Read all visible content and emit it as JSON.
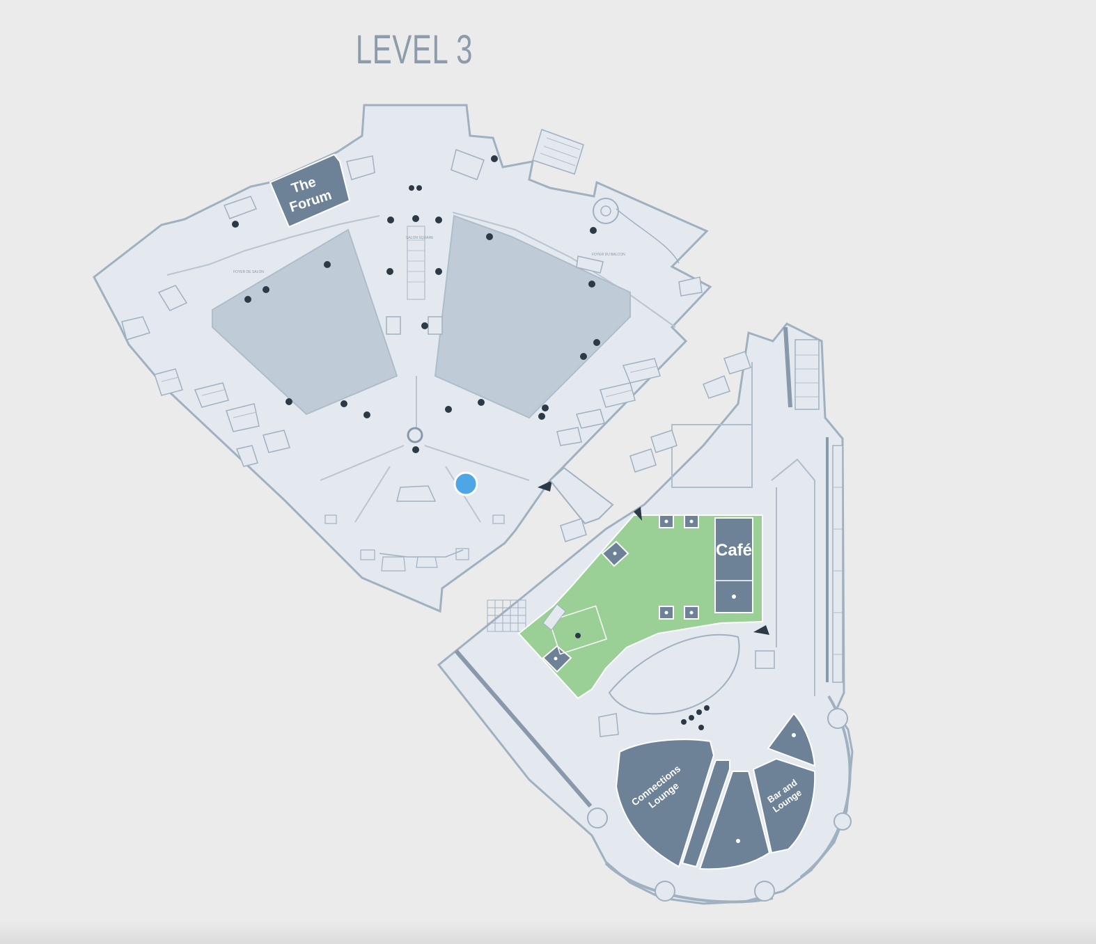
{
  "title": "LEVEL 3",
  "rooms": {
    "forum": {
      "line1": "The",
      "line2": "Forum"
    },
    "cafe": "Café",
    "connections": {
      "line1": "Connections",
      "line2": "Lounge"
    },
    "bar": {
      "line1": "Bar and",
      "line2": "Lounge"
    }
  },
  "colors": {
    "floor": "#e3e9ef",
    "wall": "#9fb1c1",
    "hall": "#bfcbd6",
    "room": "#6d8296",
    "highlight": "#9ad095",
    "you_are_here": "#4ea6e6"
  },
  "markers": {
    "you_are_here": "you-are-here-dot"
  }
}
